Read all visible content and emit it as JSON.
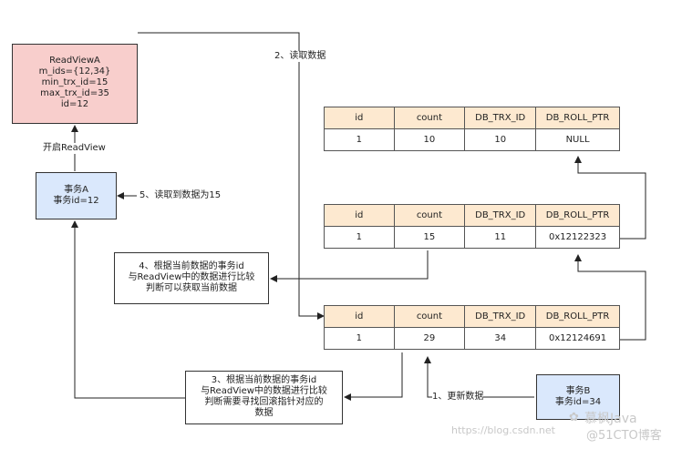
{
  "readview": {
    "lines": [
      "ReadViewA",
      "m_ids={12,34}",
      "min_trx_id=15",
      "max_trx_id=35",
      "id=12"
    ]
  },
  "txA": {
    "lines": [
      "事务A",
      "事务id=12"
    ]
  },
  "txB": {
    "lines": [
      "事务B",
      "事务id=34"
    ]
  },
  "note4": {
    "lines": [
      "4、根据当前数据的事务id",
      "与ReadView中的数据进行比较",
      "判断可以获取当前数据"
    ]
  },
  "note3": {
    "lines": [
      "3、根据当前数据的事务id",
      "与ReadView中的数据进行比较",
      "判断需要寻找回滚指针对应的",
      "数据"
    ]
  },
  "labels": {
    "open_readview": "开启ReadView",
    "step1": "1、更新数据",
    "step2": "2、读取数据",
    "step5": "5、读取到数据为15"
  },
  "columns": [
    "id",
    "count",
    "DB_TRX_ID",
    "DB_ROLL_PTR"
  ],
  "records": [
    {
      "id": "1",
      "count": "10",
      "trx_id": "10",
      "roll_ptr": "NULL"
    },
    {
      "id": "1",
      "count": "15",
      "trx_id": "11",
      "roll_ptr": "0x12122323"
    },
    {
      "id": "1",
      "count": "29",
      "trx_id": "34",
      "roll_ptr": "0x12124691"
    }
  ],
  "watermark": {
    "url": "https://blog.csdn.net",
    "brand": "慕枫Java",
    "blog": "@51CTO博客"
  }
}
